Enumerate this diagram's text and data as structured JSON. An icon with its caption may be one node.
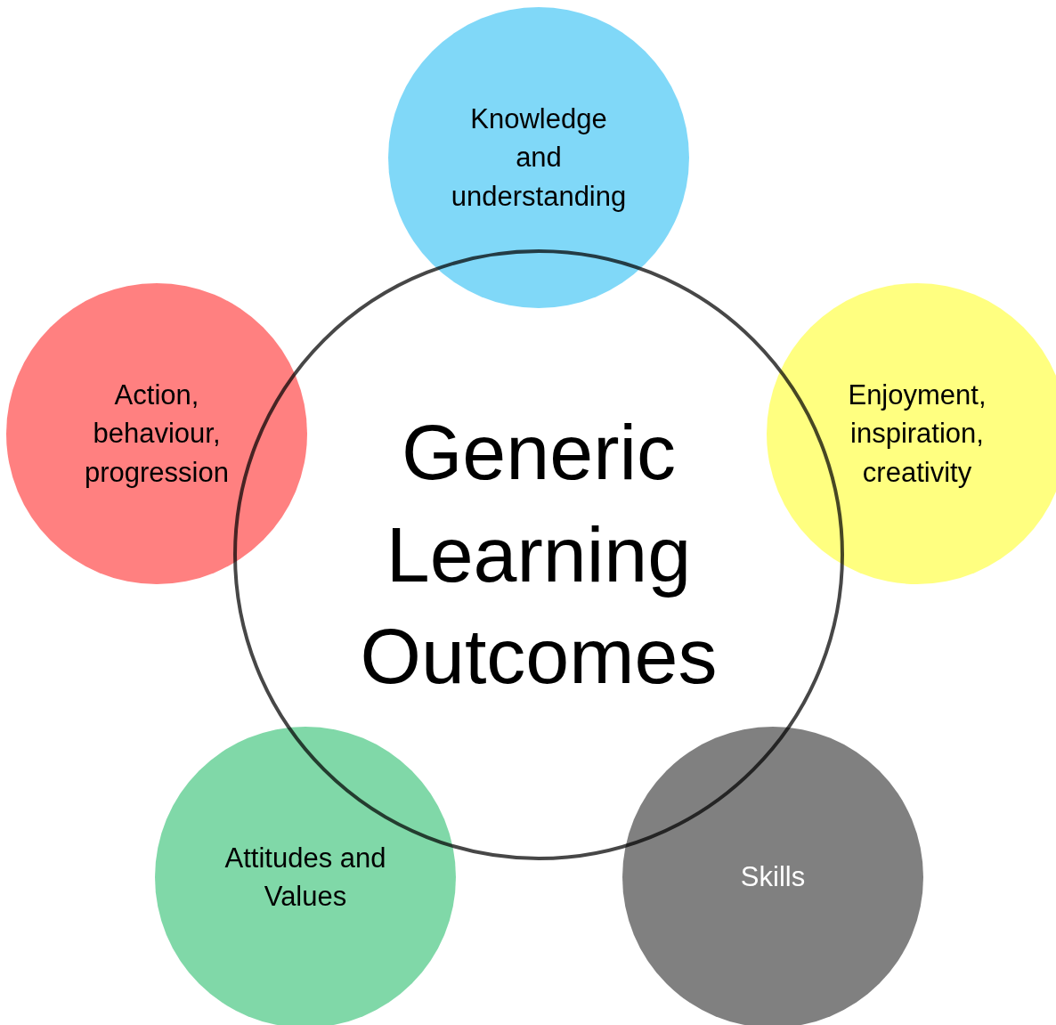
{
  "diagram": {
    "nodes": [
      {
        "text": [
          "Generic Learning Outcomes"
        ]
      },
      {
        "text": [
          "Knowledge and understanding"
        ]
      },
      {
        "text": [
          "Enjoyment, inspiration, creativity"
        ]
      },
      {
        "text": [
          "Skills"
        ]
      },
      {
        "text": [
          "Attitudes and Values"
        ]
      },
      {
        "text": [
          "Action, behaviour, progression"
        ]
      }
    ]
  }
}
